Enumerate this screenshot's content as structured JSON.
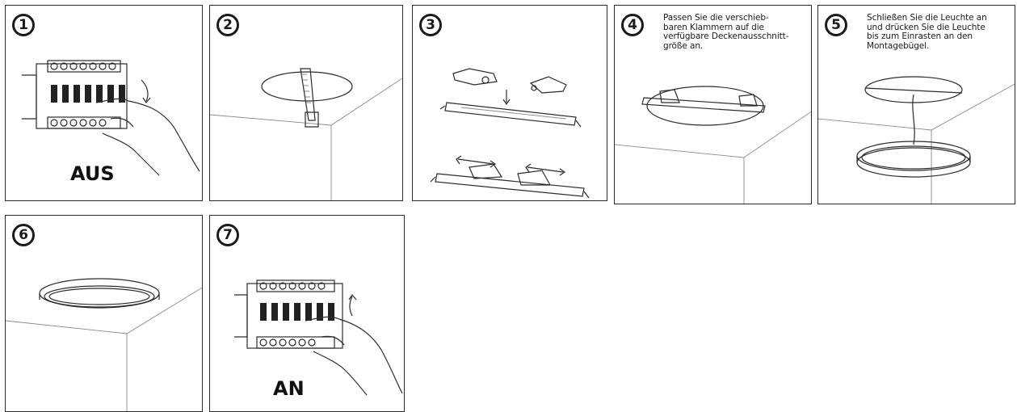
{
  "steps": [
    {
      "number": "1",
      "caption": "",
      "label": "AUS"
    },
    {
      "number": "2",
      "caption": "",
      "label": ""
    },
    {
      "number": "3",
      "caption": "",
      "label": ""
    },
    {
      "number": "4",
      "caption": "Passen Sie die verschieb-\nbaren Klammern auf die\nverfügbare Deckenausschnitt-\ngröße an.",
      "label": ""
    },
    {
      "number": "5",
      "caption": "Schließen Sie die Leuchte an\nund drücken Sie die Leuchte\nbis zum Einrasten an den\nMontagebügel.",
      "label": ""
    },
    {
      "number": "6",
      "caption": "",
      "label": ""
    },
    {
      "number": "7",
      "caption": "",
      "label": "AN"
    }
  ]
}
